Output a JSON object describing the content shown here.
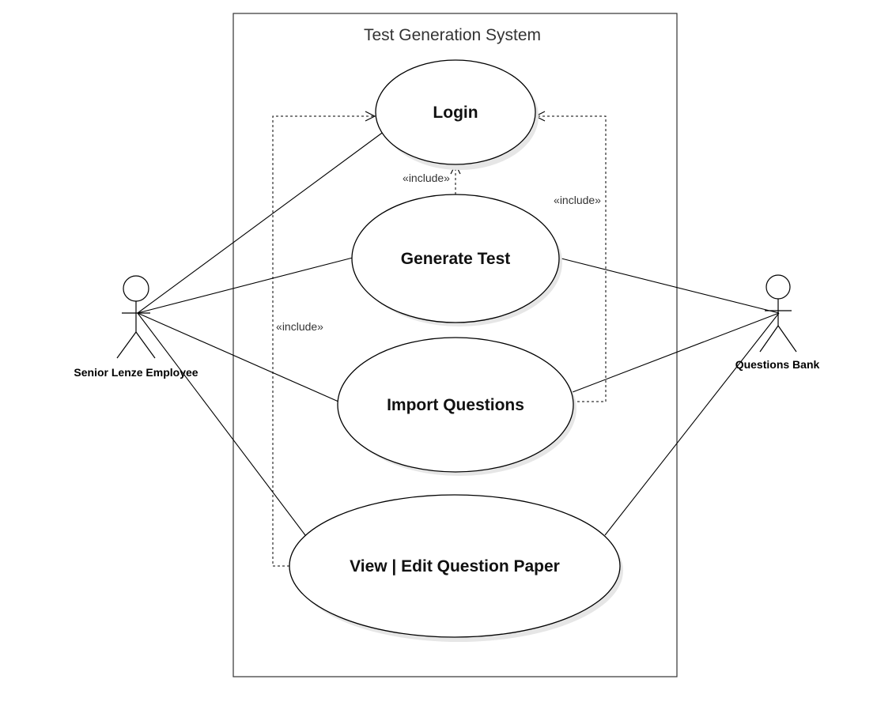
{
  "system": {
    "title": "Test Generation System"
  },
  "actors": {
    "employee": "Senior Lenze Employee",
    "bank": "Questions Bank"
  },
  "use_cases": {
    "login": "Login",
    "generate": "Generate Test",
    "import": "Import Questions",
    "view_edit": "View | Edit Question Paper"
  },
  "relations": {
    "include_generate_login": "«include»",
    "include_import_login": "«include»",
    "include_view_login": "«include»"
  }
}
